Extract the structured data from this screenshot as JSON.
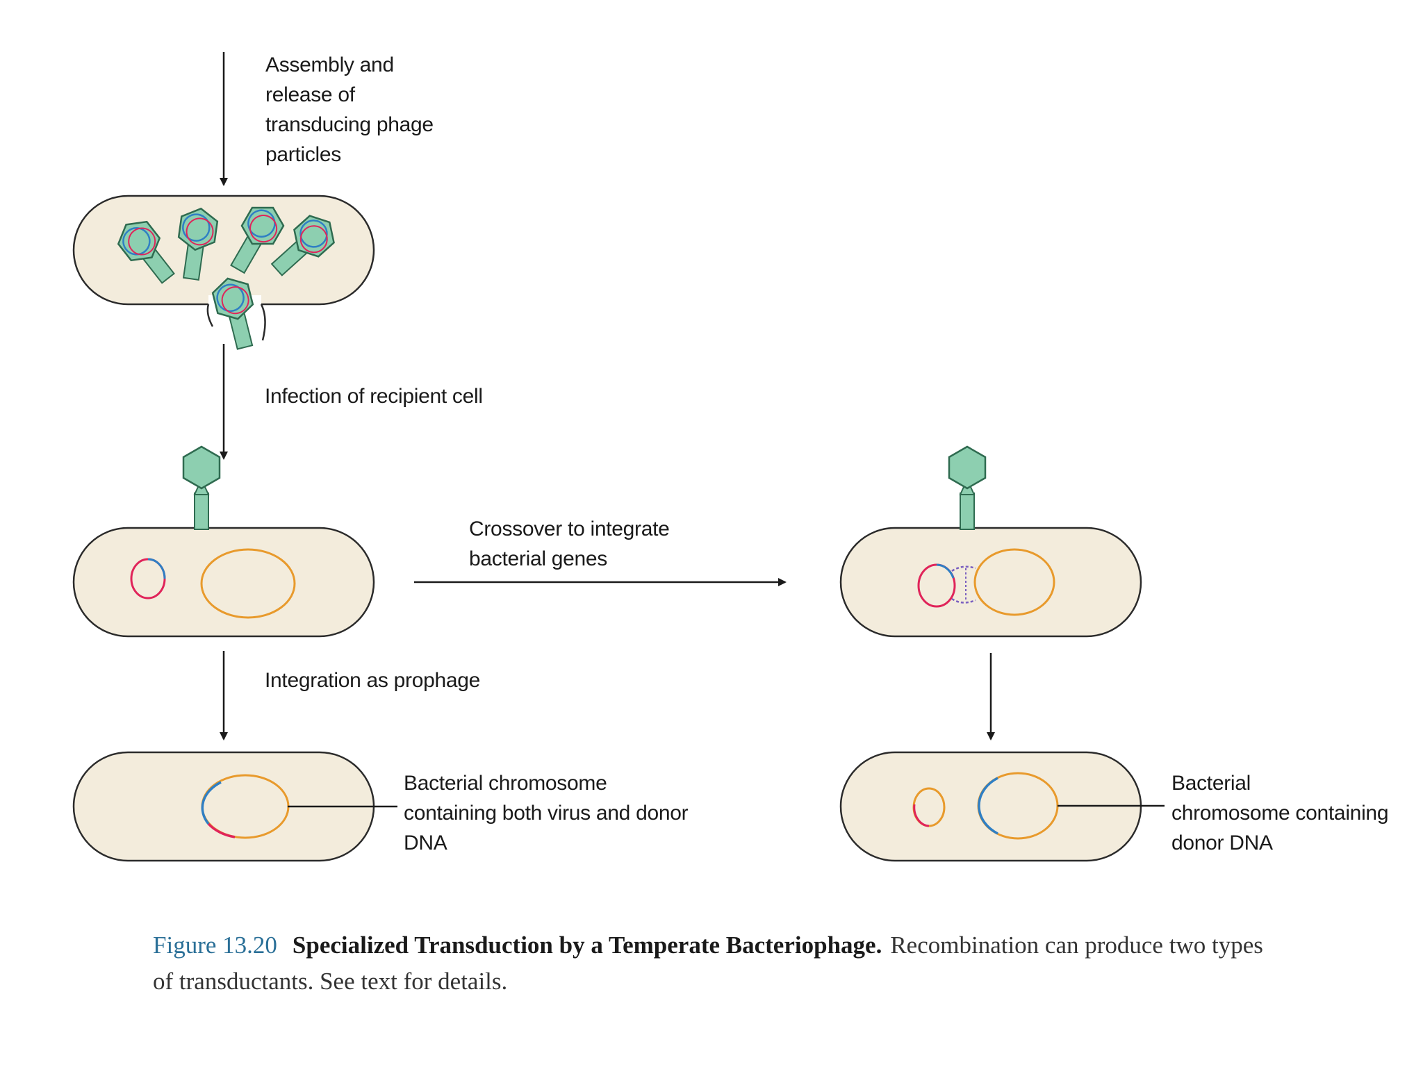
{
  "labels": {
    "assembly": [
      "Assembly and",
      "release of",
      "transducing phage",
      "particles"
    ],
    "infection": [
      "Infection of recipient cell"
    ],
    "crossover": [
      "Crossover to integrate",
      "bacterial genes"
    ],
    "integration": [
      "Integration as prophage"
    ],
    "result_left": [
      "Bacterial chromosome",
      "containing both virus and donor",
      "DNA"
    ],
    "result_right": [
      "Bacterial",
      "chromosome containing",
      "donor DNA"
    ]
  },
  "caption": {
    "figure_number": "Figure 13.20",
    "title": "Specialized Transduction by a Temperate Bacteriophage.",
    "text": "Recombination can produce two types of transductants. See text for details."
  },
  "colors": {
    "cell_fill": "#f3ecdc",
    "cell_stroke": "#2b2b2b",
    "phage_fill": "#8dcfb0",
    "phage_stroke": "#2f6b50",
    "host_dna": "#e89a2c",
    "viral_dna_red": "#e0245a",
    "viral_dna_blue": "#2f7fc4",
    "caption_figure_number": "#2a6f97"
  }
}
